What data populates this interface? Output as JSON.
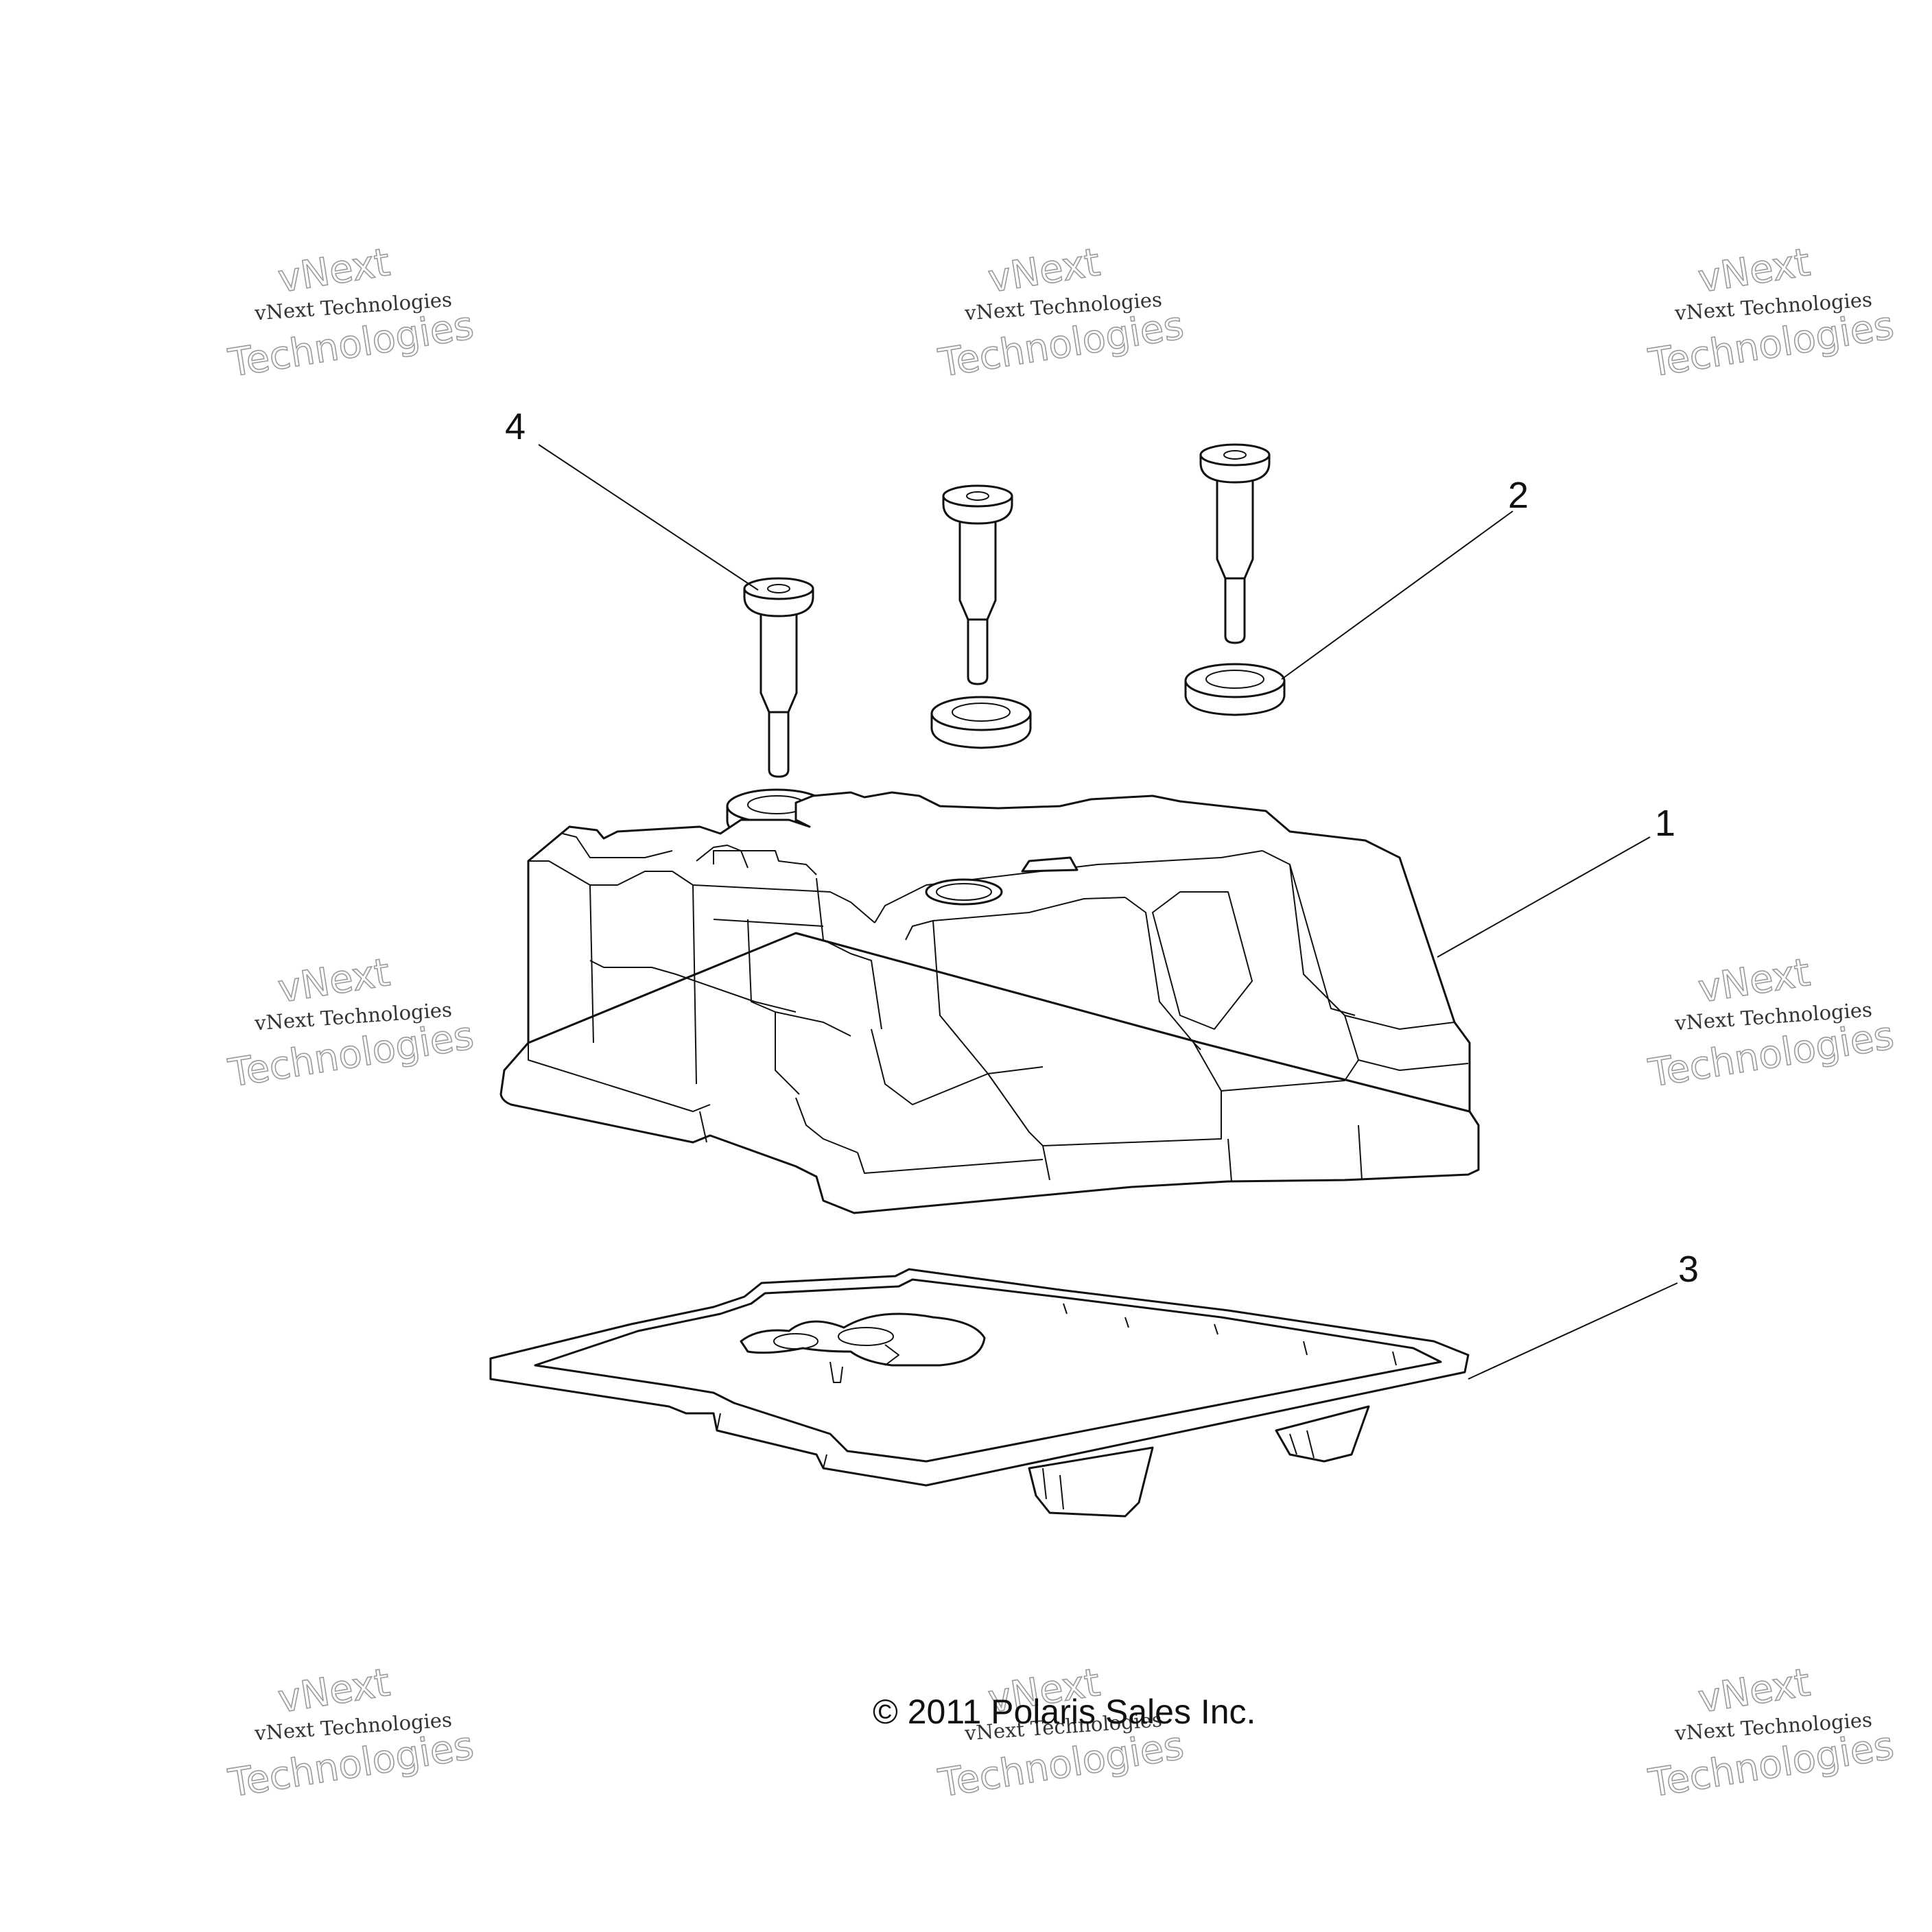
{
  "callouts": [
    {
      "number": "1",
      "part": "cover"
    },
    {
      "number": "2",
      "part": "grommet"
    },
    {
      "number": "3",
      "part": "gasket"
    },
    {
      "number": "4",
      "part": "bolt"
    }
  ],
  "copyright": "© 2011 Polaris Sales Inc.",
  "watermark": {
    "line1": "vNext Technologies",
    "big_a": "vNext",
    "big_b": "Technologies"
  },
  "colors": {
    "line": "#111111",
    "background": "#ffffff",
    "watermark": "#9a9a9a"
  }
}
